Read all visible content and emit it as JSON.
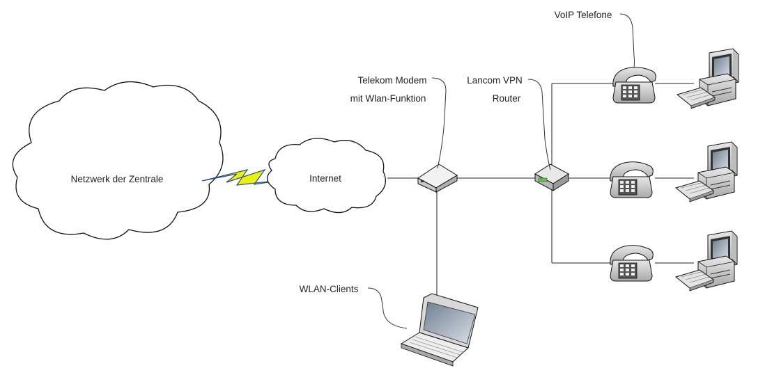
{
  "diagram": {
    "nodes": {
      "central_network": {
        "label": "Netzwerk der Zentrale"
      },
      "internet": {
        "label": "Internet"
      },
      "modem": {
        "label_line1": "Telekom Modem",
        "label_line2": "mit Wlan-Funktion"
      },
      "router": {
        "label_line1": "Lancom VPN",
        "label_line2": "Router"
      },
      "voip": {
        "label": "VoIP Telefone"
      },
      "wlan": {
        "label": "WLAN-Clients"
      }
    },
    "workstation_count": 3,
    "colors": {
      "lightning_fill": "#e8f20a",
      "lightning_edge": "#2a4a8a",
      "device_gray": "#cfcfcf"
    }
  }
}
